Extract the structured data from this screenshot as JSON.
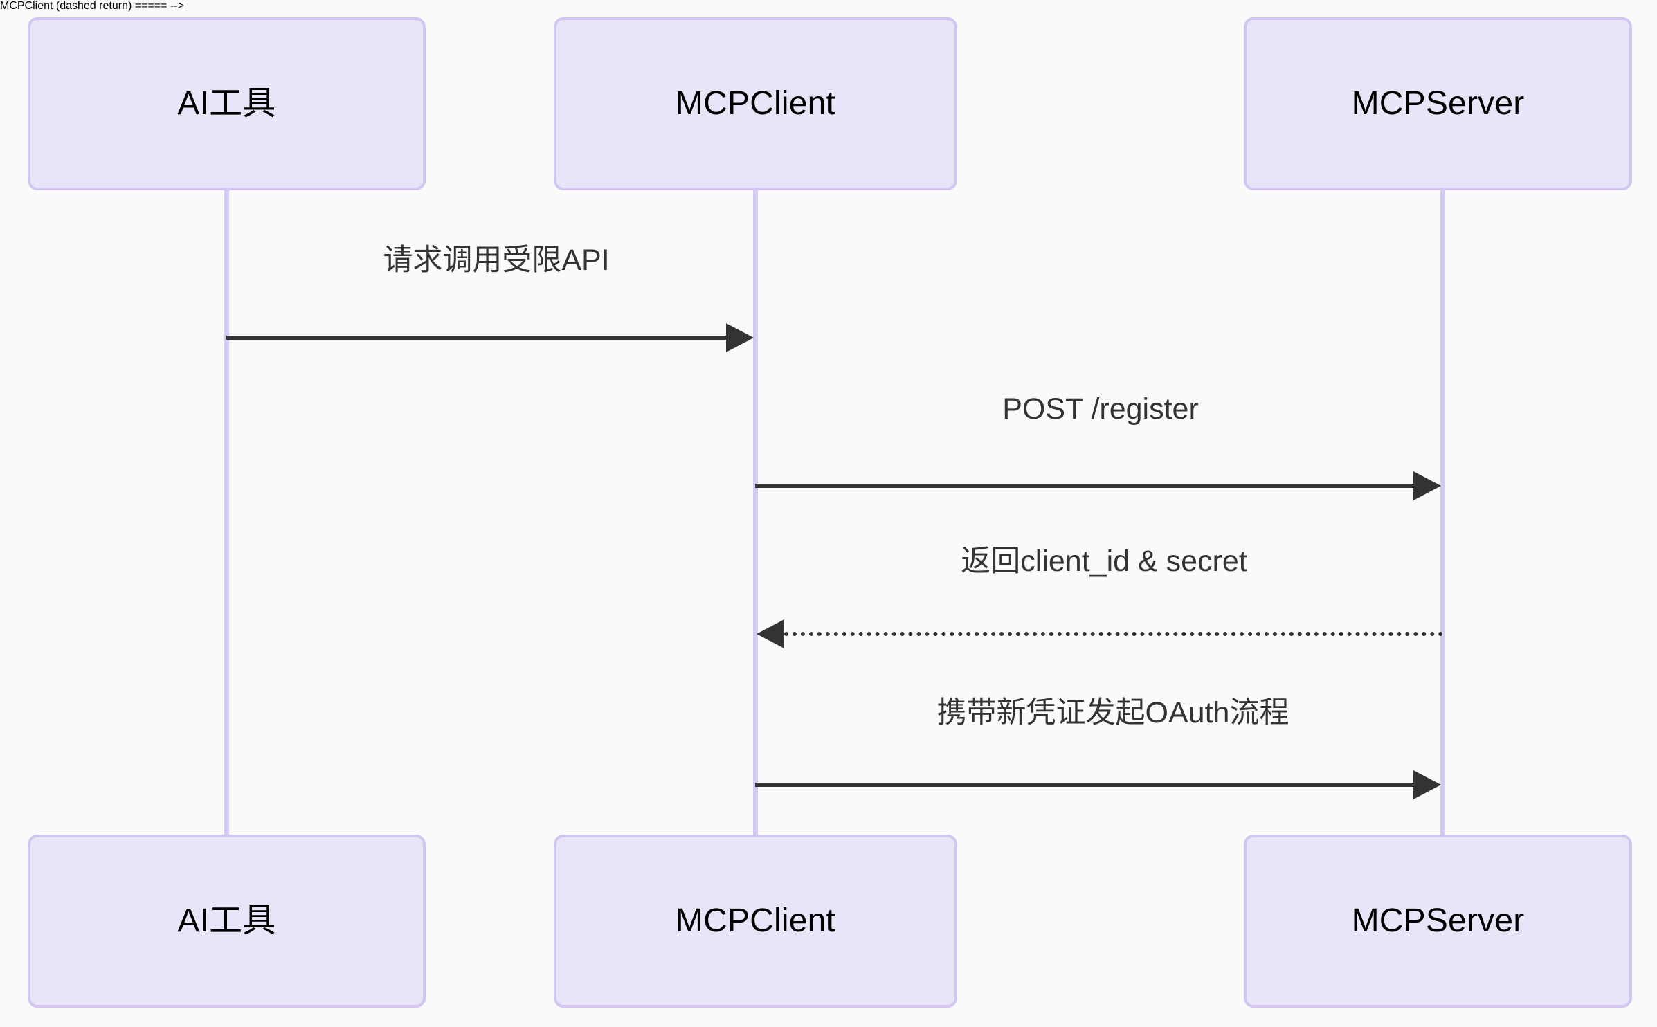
{
  "diagram": {
    "type": "sequence-diagram",
    "background_color": "#fafafa",
    "box_fill": "#e8e5f8",
    "box_border": "#d3c6f1",
    "lifeline_color": "#d6cbf2",
    "arrow_color": "#333333",
    "participants": [
      {
        "id": "ai-tool",
        "label": "AI工具"
      },
      {
        "id": "mcp-client",
        "label": "MCPClient"
      },
      {
        "id": "mcp-server",
        "label": "MCPServer"
      }
    ],
    "participants_bottom": [
      {
        "id": "ai-tool",
        "label": "AI工具"
      },
      {
        "id": "mcp-client",
        "label": "MCPClient"
      },
      {
        "id": "mcp-server",
        "label": "MCPServer"
      }
    ],
    "messages": [
      {
        "id": "msg-1",
        "label": "请求调用受限API",
        "from": "ai-tool",
        "to": "mcp-client",
        "direction": "right",
        "style": "solid"
      },
      {
        "id": "msg-2",
        "label": "POST /register",
        "from": "mcp-client",
        "to": "mcp-server",
        "direction": "right",
        "style": "solid"
      },
      {
        "id": "msg-3",
        "label": "返回client_id & secret",
        "from": "mcp-server",
        "to": "mcp-client",
        "direction": "left",
        "style": "dashed"
      },
      {
        "id": "msg-4",
        "label": "携带新凭证发起OAuth流程",
        "from": "mcp-client",
        "to": "mcp-server",
        "direction": "right",
        "style": "solid"
      }
    ]
  }
}
